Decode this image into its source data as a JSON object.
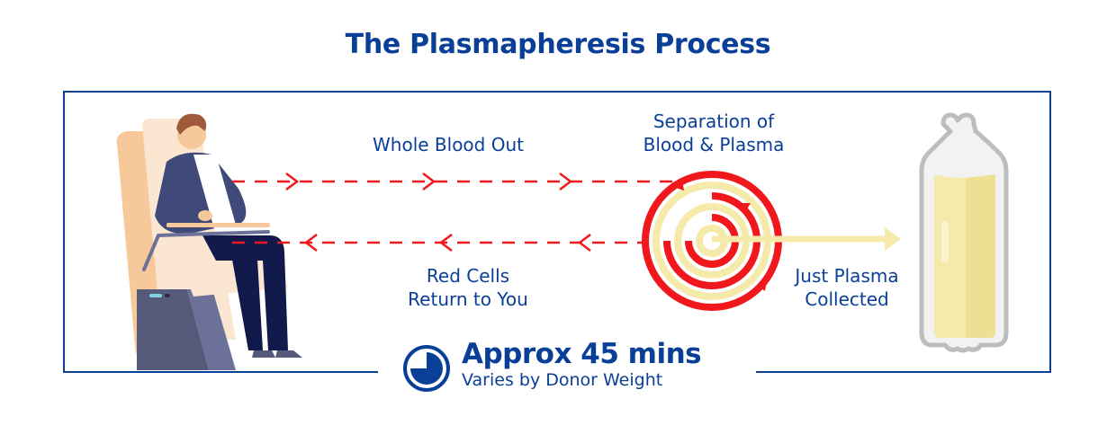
{
  "title": "The Plasmapheresis Process",
  "labels": {
    "whole_blood_out": "Whole Blood Out",
    "separation_line1": "Separation of",
    "separation_line2": "Blood & Plasma",
    "red_cells_line1": "Red Cells",
    "red_cells_line2": "Return to You",
    "just_plasma_line1": "Just Plasma",
    "just_plasma_line2": "Collected"
  },
  "duration": {
    "main": "Approx 45 mins",
    "sub": "Varies by Donor Weight",
    "clock_fraction_filled": 0.75
  },
  "icons": {
    "donor": "person-in-donation-chair-icon",
    "centrifuge": "spiral-separation-icon",
    "bottle": "plasma-bottle-icon",
    "clock": "clock-icon"
  },
  "colors": {
    "brand_blue": "#0a3f98",
    "blood_red": "#f0181c",
    "plasma_yellow": "#f6eaaa"
  }
}
